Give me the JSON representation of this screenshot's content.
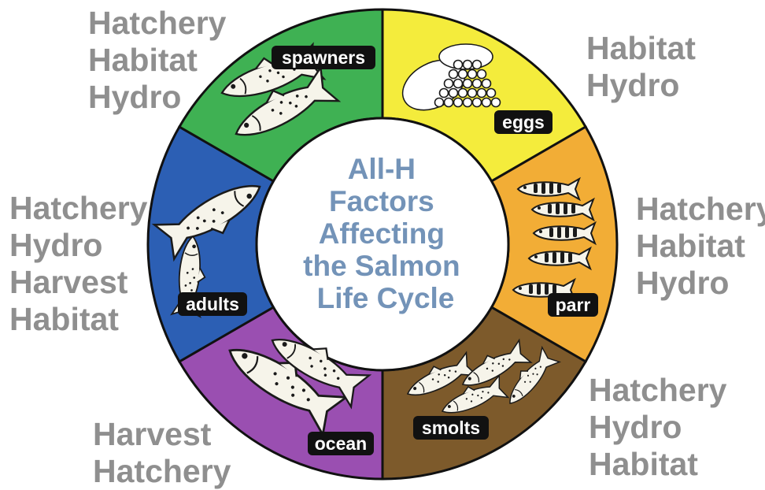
{
  "title_lines": [
    "All-H",
    "Factors",
    "Affecting",
    "the Salmon",
    "Life Cycle"
  ],
  "stages": [
    {
      "key": "spawners",
      "label": "spawners",
      "color": "#f4ec3c",
      "icon": "spawning-salmon-pair-icon"
    },
    {
      "key": "eggs",
      "label": "eggs",
      "color": "#f2ad36",
      "icon": "salmon-eggs-icon"
    },
    {
      "key": "parr",
      "label": "parr",
      "color": "#7d5a2b",
      "icon": "parr-school-icon"
    },
    {
      "key": "smolts",
      "label": "smolts",
      "color": "#9a4fb1",
      "icon": "smolt-school-icon"
    },
    {
      "key": "ocean",
      "label": "ocean",
      "color": "#2c5fb4",
      "icon": "ocean-salmon-icon"
    },
    {
      "key": "adults",
      "label": "adults",
      "color": "#3fb153",
      "icon": "leaping-salmon-icon"
    }
  ],
  "factors": {
    "spawners": [
      "Hatchery",
      "Habitat",
      "Hydro"
    ],
    "eggs": [
      "Habitat",
      "Hydro"
    ],
    "parr": [
      "Hatchery",
      "Habitat",
      "Hydro"
    ],
    "smolts": [
      "Hatchery",
      "Hydro",
      "Habitat"
    ],
    "ocean": [
      "Harvest",
      "Hatchery"
    ],
    "adults": [
      "Hatchery",
      "Hydro",
      "Harvest",
      "Habitat"
    ]
  },
  "colors": {
    "ring_outline": "#111111",
    "factor_text": "#8f8f8f",
    "title_text": "#7393b8",
    "label_bg": "#111111",
    "label_text": "#ffffff"
  }
}
